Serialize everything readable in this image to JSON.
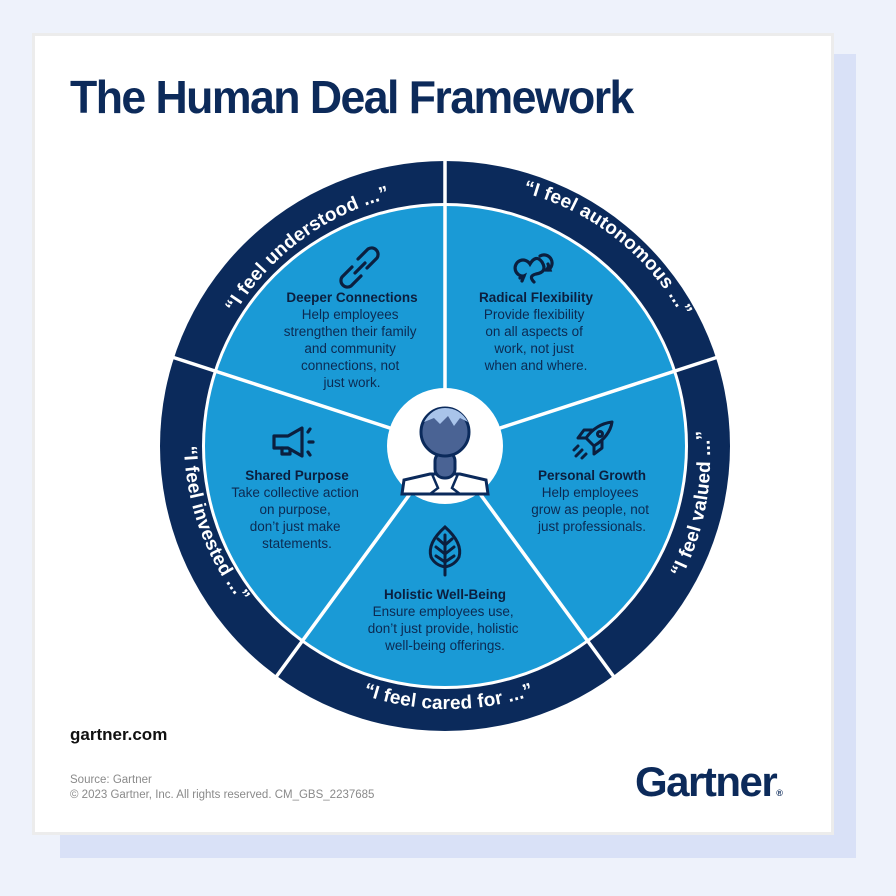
{
  "title": "The Human Deal Framework",
  "colors": {
    "navy": "#0b2a5b",
    "segment_blue": "#1a9ad6",
    "background": "#eef2fb",
    "text_dark": "#0c2a52"
  },
  "center": {
    "icon": "person-icon"
  },
  "segments": [
    {
      "quote": "“I feel understood ...”",
      "title": "Deeper Connections",
      "body": [
        "Help employees",
        "strengthen their family",
        "and community",
        "connections, not",
        "just work."
      ],
      "icon": "link-icon"
    },
    {
      "quote": "“I feel autonomous ...”",
      "title": "Radical Flexibility",
      "body": [
        "Provide flexibility",
        "on all aspects of",
        "work, not just",
        "when and where."
      ],
      "icon": "flexible-arrows-icon"
    },
    {
      "quote": "“I feel valued ...”",
      "title": "Personal Growth",
      "body": [
        "Help employees",
        "grow as people, not",
        "just professionals."
      ],
      "icon": "rocket-icon"
    },
    {
      "quote": "“I feel cared for ...”",
      "title": "Holistic Well-Being",
      "body": [
        "Ensure employees use,",
        "don’t just provide, holistic",
        "well-being offerings."
      ],
      "icon": "leaf-icon"
    },
    {
      "quote": "“I feel invested ...”",
      "title": "Shared Purpose",
      "body": [
        "Take collective action",
        "on purpose,",
        "don’t just make",
        "statements."
      ],
      "icon": "megaphone-icon"
    }
  ],
  "footer": {
    "site": "gartner.com",
    "source": "Source: Gartner",
    "copyright": "© 2023 Gartner, Inc. All rights reserved. CM_GBS_2237685",
    "logo": "Gartner",
    "logo_mark": "®"
  }
}
